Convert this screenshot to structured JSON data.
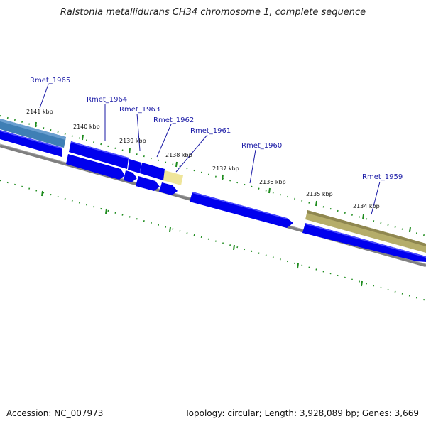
{
  "header": {
    "title": "Ralstonia metallidurans CH34 chromosome 1, complete sequence"
  },
  "footer": {
    "accession": "Accession: NC_007973",
    "summary": "Topology: circular; Length: 3,928,089 bp; Genes: 3,669"
  },
  "colors": {
    "gene_fill": "#0000ee",
    "backbone": "#808080",
    "tick": "#1e8c1e",
    "label": "#1a1aa6",
    "highlight_blue": "#3f7fb5",
    "highlight_yellow": "#efe59a",
    "highlight_olive": "#b5ad6a"
  },
  "kbp_ticks": [
    {
      "label": "2141 kbp"
    },
    {
      "label": "2140 kbp"
    },
    {
      "label": "2139 kbp"
    },
    {
      "label": "2138 kbp"
    },
    {
      "label": "2137 kbp"
    },
    {
      "label": "2136 kbp"
    },
    {
      "label": "2135 kbp"
    },
    {
      "label": "2134 kbp"
    }
  ],
  "genes": [
    {
      "name": "Rmet_1965"
    },
    {
      "name": "Rmet_1964"
    },
    {
      "name": "Rmet_1963"
    },
    {
      "name": "Rmet_1962"
    },
    {
      "name": "Rmet_1961"
    },
    {
      "name": "Rmet_1960"
    },
    {
      "name": "Rmet_1959"
    }
  ]
}
